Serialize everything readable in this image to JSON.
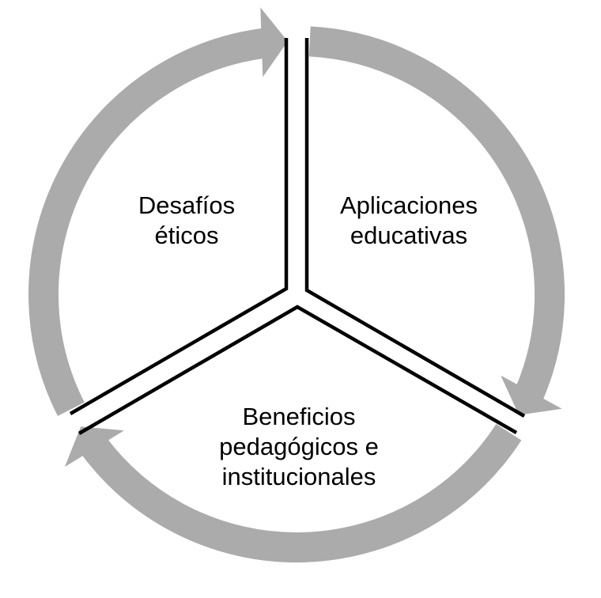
{
  "diagram": {
    "kind": "cycle-diagram",
    "segments": {
      "top_left": {
        "label": "Desafíos\néticos"
      },
      "top_right": {
        "label": "Aplicaciones\neducativas"
      },
      "bottom": {
        "label": "Beneficios\npedagógicos e\ninstitucionales"
      }
    },
    "colors": {
      "arrow": "#ababab",
      "divider": "#000000",
      "text": "#000000",
      "background": "#ffffff"
    }
  }
}
